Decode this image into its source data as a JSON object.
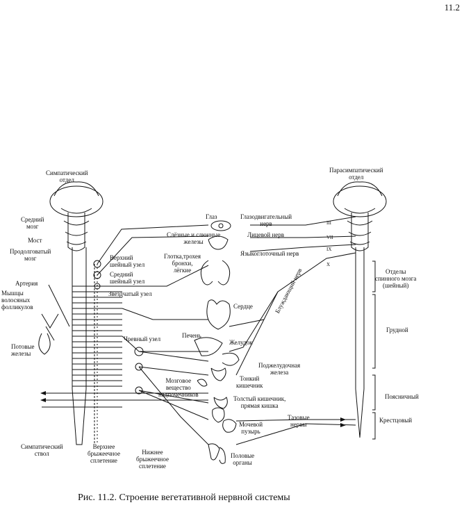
{
  "page_number": "11.2",
  "caption": "Рис. 11.2.  Строение вегетативной нервной системы",
  "left": {
    "title_line1": "Симпатический",
    "title_line2": "отдел",
    "midbrain_1": "Средний",
    "midbrain_2": "мозг",
    "pons": "Мост",
    "medulla_1": "Продолговатый",
    "medulla_2": "мозг",
    "artery": "Артерия",
    "hair_1": "Мышцы",
    "hair_2": "волосяных",
    "hair_3": "фолликулов",
    "sweat_1": "Потовые",
    "sweat_2": "железы",
    "trunk_1": "Симпатический",
    "trunk_2": "ствол"
  },
  "ganglia": {
    "upper_cervical_1": "Верхний",
    "upper_cervical_2": "шейный узел",
    "middle_cervical_1": "Средний",
    "middle_cervical_2": "шейный узел",
    "stellate": "Звёздчатый узел",
    "celiac": "Чревный узел",
    "sup_mesenteric_1": "Верхнее",
    "sup_mesenteric_2": "брыжеечное",
    "sup_mesenteric_3": "сплетение",
    "inf_mesenteric_1": "Нижнее",
    "inf_mesenteric_2": "брыжеечное",
    "inf_mesenteric_3": "сплетение"
  },
  "organs": {
    "eye": "Глаз",
    "lacrimal_1": "Слёзные и слюнные",
    "lacrimal_2": "железы",
    "pharynx_1": "Глотка,трохея",
    "pharynx_2": "бронхи,",
    "pharynx_3": "лёгкие",
    "heart": "Сердце",
    "liver": "Печень",
    "stomach": "Желудок",
    "pancreas_1": "Поджелудочная",
    "pancreas_2": "железа",
    "small_int_1": "Тонкий",
    "small_int_2": "кишечник",
    "adrenal_1": "Мозговое",
    "adrenal_2": "вещество",
    "adrenal_3": "надпочечников",
    "colon_1": "Толстый кишечник,",
    "colon_2": "прямая кишка",
    "bladder_1": "Мочевой",
    "bladder_2": "пузырь",
    "genital_1": "Половые",
    "genital_2": "органы"
  },
  "nerves": {
    "oculomotor_1": "Глазодвигательный",
    "oculomotor_2": "нерв",
    "facial": "Лицевой нерв",
    "glossopharyngeal": "Языкоглоточный нерв",
    "vagus": "Блуждающий нерв",
    "pelvic_1": "Тазовые",
    "pelvic_2": "нервы",
    "roman": [
      "III",
      "VII",
      "IX",
      "X"
    ]
  },
  "right": {
    "title_line1": "Парасимпатический",
    "title_line2": "отдел",
    "cervical_1": "Отделы",
    "cervical_2": "спинного мозга",
    "cervical_3": "(шейный)",
    "thoracic": "Грудной",
    "lumbar": "Поясничный",
    "sacral": "Крестцовый"
  },
  "colors": {
    "line": "#111111",
    "paper": "#ffffff"
  }
}
